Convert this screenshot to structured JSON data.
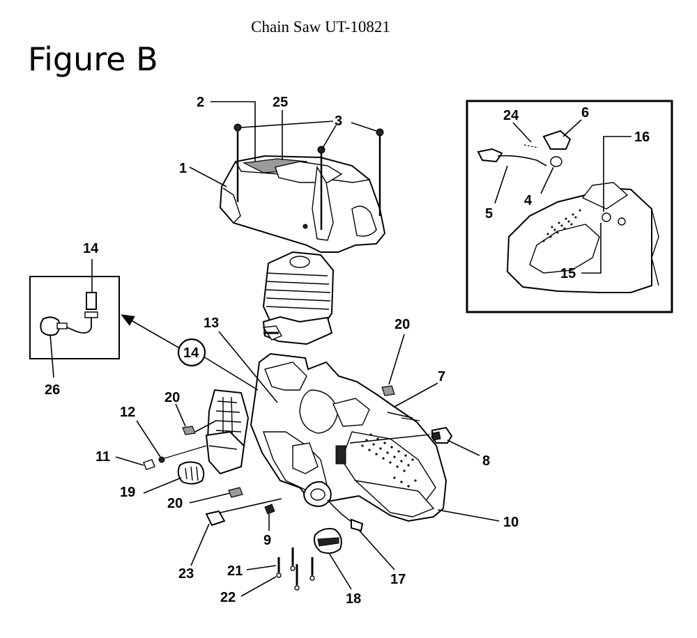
{
  "document_title": "Chain Saw UT-10821",
  "figure_title": "Figure B",
  "callouts": {
    "p1": "1",
    "p2": "2",
    "p3": "3",
    "p4": "4",
    "p5": "5",
    "p6": "6",
    "p7": "7",
    "p8": "8",
    "p9": "9",
    "p10": "10",
    "p11": "11",
    "p12": "12",
    "p13": "13",
    "p14": "14",
    "p14_circle": "14",
    "p15": "15",
    "p16": "16",
    "p17": "17",
    "p18": "18",
    "p19": "19",
    "p20a": "20",
    "p20b": "20",
    "p20c": "20",
    "p21": "21",
    "p22": "22",
    "p23": "23",
    "p24": "24",
    "p25": "25",
    "p26": "26"
  }
}
